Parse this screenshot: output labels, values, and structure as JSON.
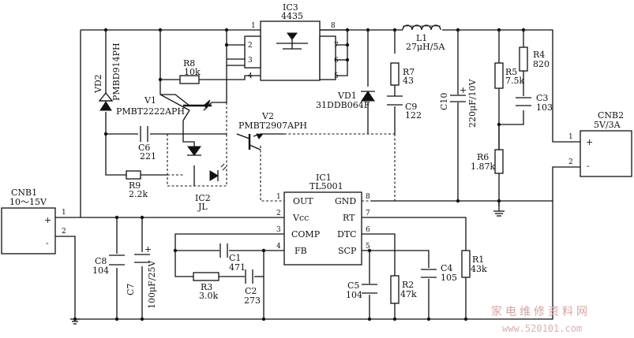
{
  "components": {
    "ic3": {
      "ref": "IC3",
      "value": "4435",
      "pins": [
        "1",
        "2",
        "3",
        "4",
        "8",
        "7",
        "6",
        "5"
      ]
    },
    "ic1": {
      "ref": "IC1",
      "value": "TL5001",
      "left_pins": [
        {
          "num": "1",
          "name": "OUT"
        },
        {
          "num": "2",
          "name": "Vcc"
        },
        {
          "num": "3",
          "name": "COMP"
        },
        {
          "num": "4",
          "name": "FB"
        }
      ],
      "right_pins": [
        {
          "num": "8",
          "name": "GND"
        },
        {
          "num": "7",
          "name": "RT"
        },
        {
          "num": "6",
          "name": "DTC"
        },
        {
          "num": "5",
          "name": "SCP"
        }
      ]
    },
    "ic2": {
      "ref": "IC2",
      "value": "JL"
    },
    "l1": {
      "ref": "L1",
      "value": "27μH/5A"
    },
    "vd2": {
      "ref": "VD2",
      "value": "PMBD914PH"
    },
    "vd1": {
      "ref": "VD1",
      "value": "31DDB064F"
    },
    "v1": {
      "ref": "V1",
      "value": "PMBT2222APH"
    },
    "v2": {
      "ref": "V2",
      "value": "PMBT2907APH"
    },
    "r8": {
      "ref": "R8",
      "value": "10k"
    },
    "r7": {
      "ref": "R7",
      "value": "43"
    },
    "r5": {
      "ref": "R5",
      "value": "7.5k"
    },
    "r4": {
      "ref": "R4",
      "value": "820"
    },
    "r6": {
      "ref": "R6",
      "value": "1.87k"
    },
    "r9": {
      "ref": "R9",
      "value": "2.2k"
    },
    "r3": {
      "ref": "R3",
      "value": "3.0k"
    },
    "r2": {
      "ref": "R2",
      "value": "47k"
    },
    "r1": {
      "ref": "R1",
      "value": "43k"
    },
    "c9": {
      "ref": "C9",
      "value": "122"
    },
    "c10": {
      "ref": "C10",
      "value": "220μF/10V"
    },
    "c3": {
      "ref": "C3",
      "value": "103"
    },
    "c6": {
      "ref": "C6",
      "value": "221"
    },
    "c8": {
      "ref": "C8",
      "value": "104"
    },
    "c7": {
      "ref": "C7",
      "value": "100μF/25V"
    },
    "c1": {
      "ref": "C1",
      "value": "471"
    },
    "c2": {
      "ref": "C2",
      "value": "273"
    },
    "c5": {
      "ref": "C5",
      "value": "104"
    },
    "c4": {
      "ref": "C4",
      "value": "105"
    }
  },
  "connectors": {
    "cnb1": {
      "ref": "CNB1",
      "rating": "10～15V",
      "plus": "+",
      "minus": "-",
      "pin1": "1",
      "pin2": "2"
    },
    "cnb2": {
      "ref": "CNB2",
      "rating": "5V/3A",
      "plus": "+",
      "minus": "-",
      "pin1": "1",
      "pin2": "2"
    }
  },
  "polarity": {
    "plus": "+"
  },
  "watermark": {
    "text": "家电维修资料网",
    "url": "www.520101.com"
  }
}
